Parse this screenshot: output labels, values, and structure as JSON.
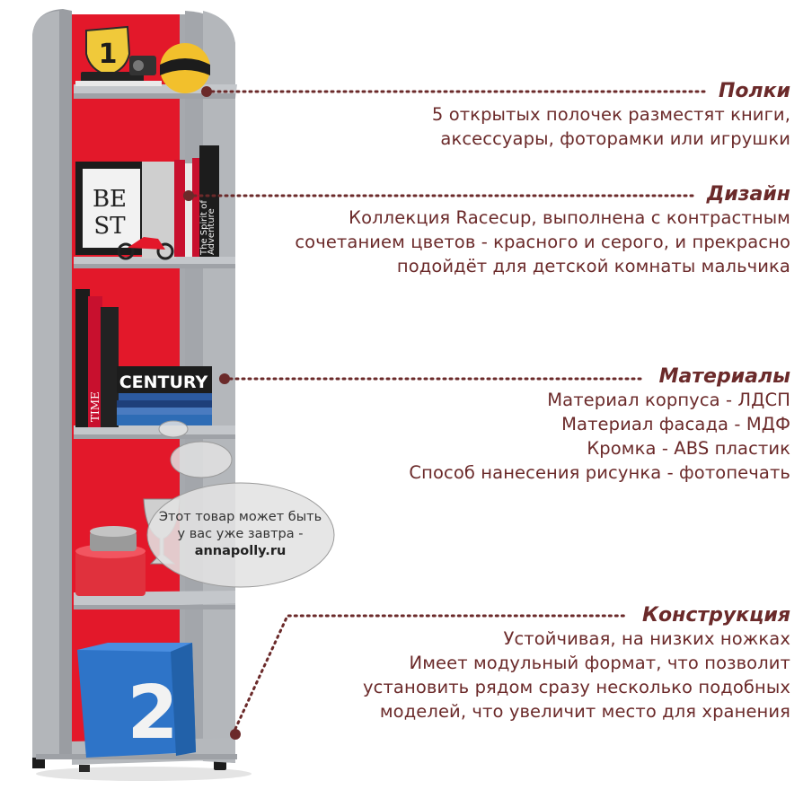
{
  "features": {
    "shelves": {
      "title": "Полки",
      "lines": [
        "5 открытых полочек разместят книги,",
        "аксессуары, фоторамки или игрушки"
      ]
    },
    "design": {
      "title": "Дизайн",
      "lines": [
        "Коллекция Racecup, выполнена с контрастным",
        "сочетанием цветов - красного и серого, и прекрасно",
        "подойдёт для детской комнаты мальчика"
      ]
    },
    "materials": {
      "title": "Материалы",
      "lines": [
        "Материал корпуса - ЛДСП",
        "Материал фасада - МДФ",
        "Кромка - ABS пластик",
        "Способ нанесения рисунка - фотопечать"
      ]
    },
    "construction": {
      "title": "Конструкция",
      "lines": [
        "Устойчивая, на низких ножках",
        "Имеет модульный формат, что позволит",
        "установить рядом сразу несколько подобных",
        "моделей, что увеличит место для хранения"
      ]
    }
  },
  "promo": {
    "line1": "Этот товар может быть",
    "line2": "у вас уже завтра -",
    "site": "annapolly.ru"
  },
  "decor": {
    "badge_number": "1",
    "frame_text_1": "BE",
    "frame_text_2": "ST",
    "book_spine_adventure": "Adventure",
    "book_spine_spirit": "The Spirit of",
    "book_century": "CENTURY",
    "book_time": "TIME",
    "box_number": "2"
  },
  "colors": {
    "frame_grey": "#a9acb1",
    "frame_grey_dark": "#8d9096",
    "back_red": "#e3182a",
    "text_brown": "#6b2a2a",
    "dot_line": "#6b2a2a",
    "box_blue": "#2e74c8"
  }
}
